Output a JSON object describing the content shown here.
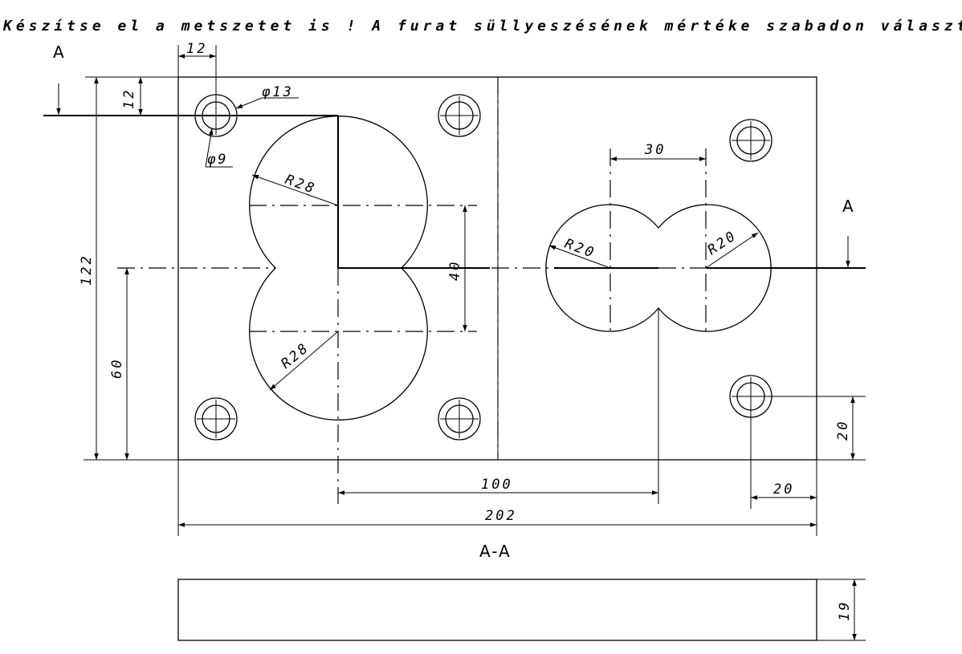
{
  "title": "Készítse el a metszetet is ! A furat süllyeszésének mértéke szabadon választot",
  "section_marks": {
    "left": "A",
    "right": "A",
    "view": "A-A"
  },
  "dimensions": {
    "hole_offset_x": "12",
    "hole_offset_y": "12",
    "hole_cb_dia": "φ13",
    "hole_dia": "φ9",
    "radius_top_left": "R28",
    "radius_bottom_left": "R28",
    "center_spacing": "40",
    "height_total": "122",
    "height_center": "60",
    "slot_spacing": "30",
    "radius_left_right": "R20",
    "radius_right_right": "R20",
    "hole_y_right": "20",
    "hole_x_right": "20",
    "length_100": "100",
    "length_total": "202",
    "thickness": "19"
  }
}
